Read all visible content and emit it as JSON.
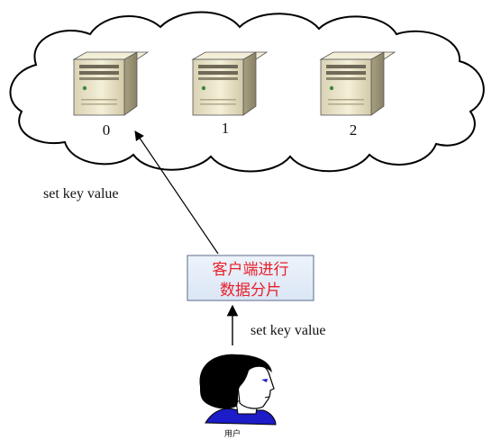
{
  "servers": [
    {
      "label": "0"
    },
    {
      "label": "1"
    },
    {
      "label": "2"
    }
  ],
  "client_box": {
    "line1": "客户端进行",
    "line2": "数据分片",
    "text_color": "#e8202a",
    "fill_color": "#e3ecf8",
    "border_color": "#5a6a8a"
  },
  "arrow_to_server": {
    "label": "set key value"
  },
  "arrow_from_user": {
    "label": "set key value"
  },
  "user": {
    "label": "用户"
  },
  "colors": {
    "cloud_stroke": "#000000",
    "server_body": "#efe8cc",
    "user_shirt": "#1c1cc8",
    "user_hair": "#000000"
  },
  "icons": [
    "cloud-shape",
    "server-icon",
    "user-icon"
  ]
}
